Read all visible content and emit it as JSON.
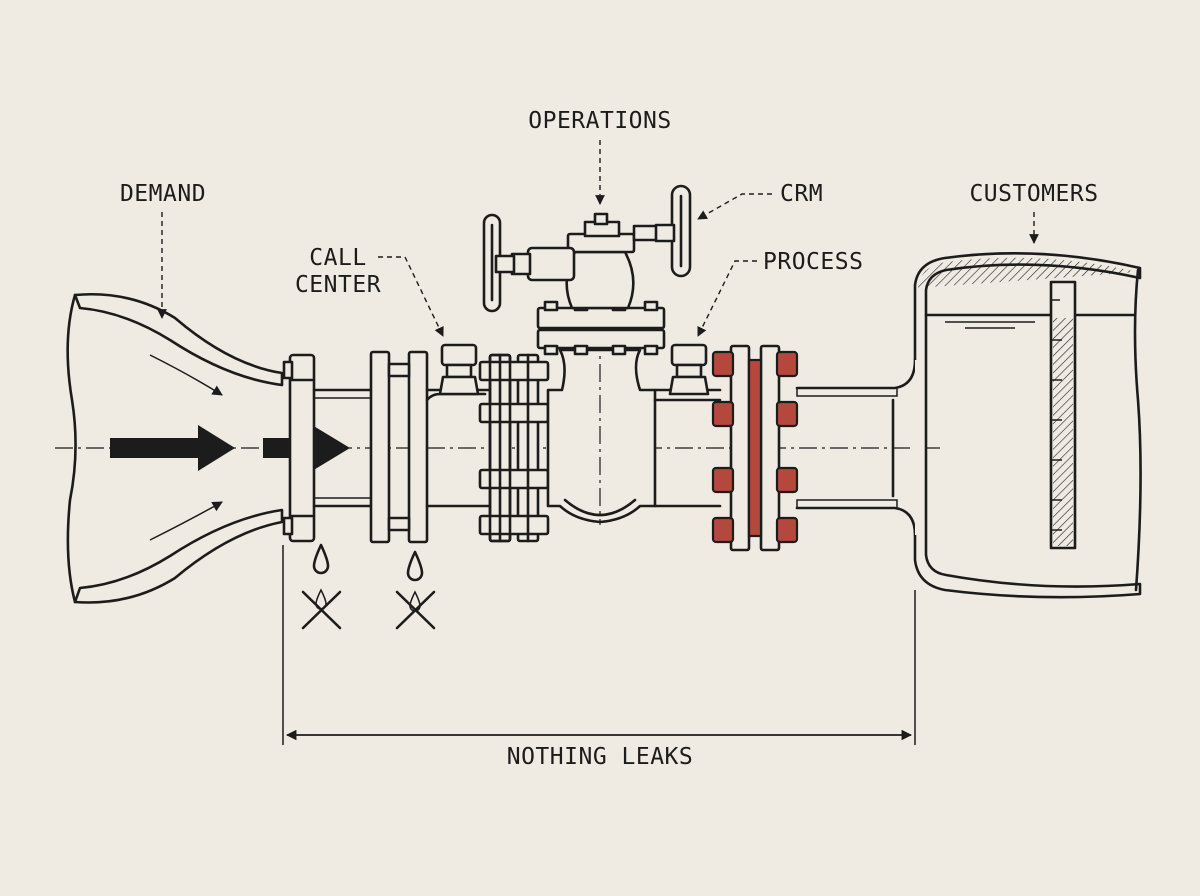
{
  "labels": {
    "demand": "DEMAND",
    "call_center_line1": "CALL",
    "call_center_line2": "CENTER",
    "operations": "OPERATIONS",
    "crm": "CRM",
    "process": "PROCESS",
    "customers": "CUSTOMERS",
    "nothing_leaks": "NOTHING LEAKS"
  },
  "colors": {
    "background": "#efeae2",
    "ink": "#1c1c1c",
    "accent_flange": "#b5483d"
  }
}
